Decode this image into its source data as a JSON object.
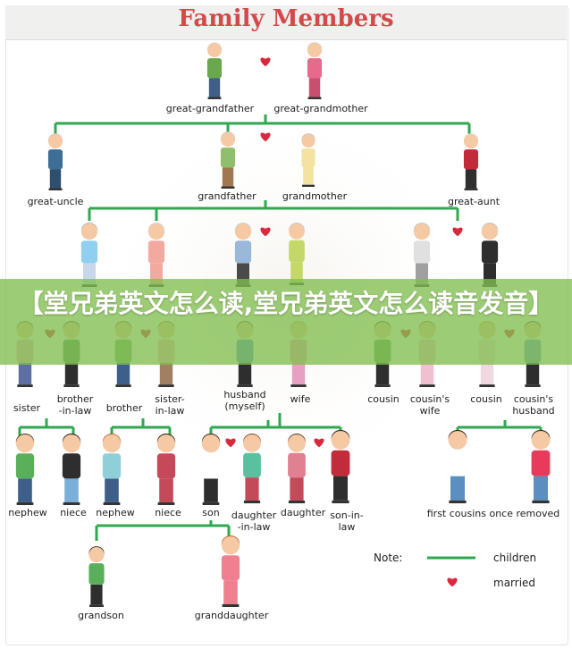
{
  "title": "Family Members",
  "banner": "【堂兄弟英文怎么读,堂兄弟英文怎么读音发音】",
  "labels": {
    "great_grandfather": "great-grandfather",
    "great_grandmother": "great-grandmother",
    "great_uncle": "great-uncle",
    "grandfather": "grandfather",
    "grandmother": "grandmother",
    "great_aunt": "great-aunt",
    "sister": "sister",
    "brother_in_law": "brother\n-in-law",
    "brother": "brother",
    "sister_in_law": "sister-\nin-law",
    "husband_myself": "husband\n(myself)",
    "wife": "wife",
    "cousin_1": "cousin",
    "cousins_wife": "cousin's\nwife",
    "cousin_2": "cousin",
    "cousins_husband": "cousin's\nhusband",
    "nephew_1": "nephew",
    "niece_1": "niece",
    "nephew_2": "nephew",
    "niece_2": "niece",
    "son": "son",
    "daughter_in_law": "daughter\n-in-law",
    "daughter": "daughter",
    "son_in_law": "son-in-\nlaw",
    "first_cousins_once_removed": "first cousins once removed",
    "grandson": "grandson",
    "granddaughter": "granddaughter"
  },
  "legend": {
    "note": "Note:",
    "children": "children",
    "married": "married"
  },
  "colors": {
    "title": "#d34a4a",
    "line": "#2fa84f",
    "heart": "#d9293f",
    "banner": "#82be50"
  },
  "icons": [
    "heart-icon",
    "person-figure"
  ]
}
